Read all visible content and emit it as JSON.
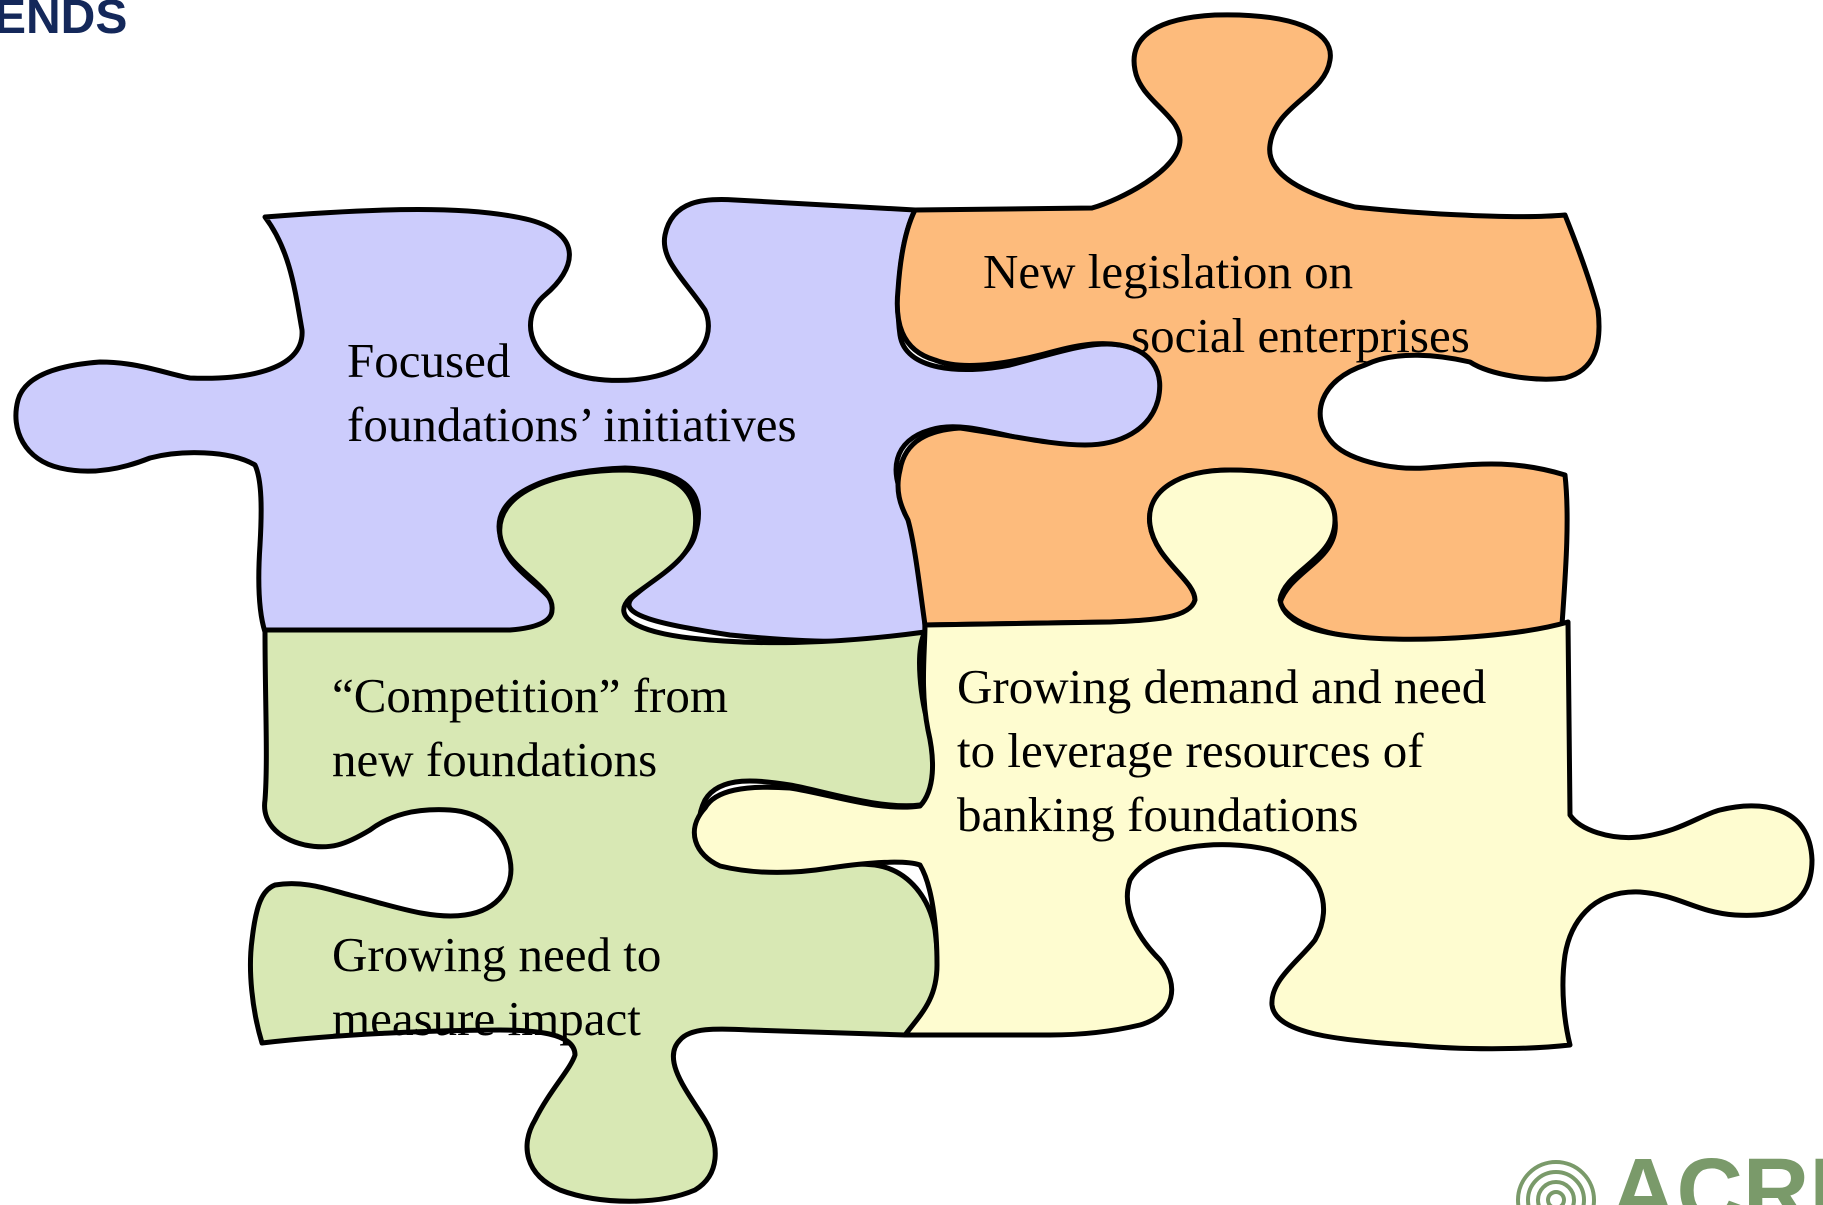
{
  "slide": {
    "title": "ENDS"
  },
  "colors": {
    "title": "#14285a",
    "piece_focused": "#ccccfc",
    "piece_legislation": "#fdbb7c",
    "piece_competition": "#d8e8b4",
    "piece_demand": "#fefcd0",
    "outline": "#000000",
    "logo": "#7a9a6a"
  },
  "pieces": {
    "focused": {
      "line1": "Focused",
      "line2": "foundations’ initiatives"
    },
    "legislation": {
      "line1": "New legislation on",
      "line2": "social enterprises"
    },
    "competition": {
      "line1": "“Competition” from",
      "line2": "new foundations"
    },
    "measure": {
      "line1": "Growing need to",
      "line2": "measure impact"
    },
    "demand": {
      "line1": "Growing demand and need",
      "line2": "to leverage resources of",
      "line3": "banking foundations"
    }
  },
  "logo": {
    "icon": "spiral-logo-icon",
    "text": "ACRI"
  }
}
